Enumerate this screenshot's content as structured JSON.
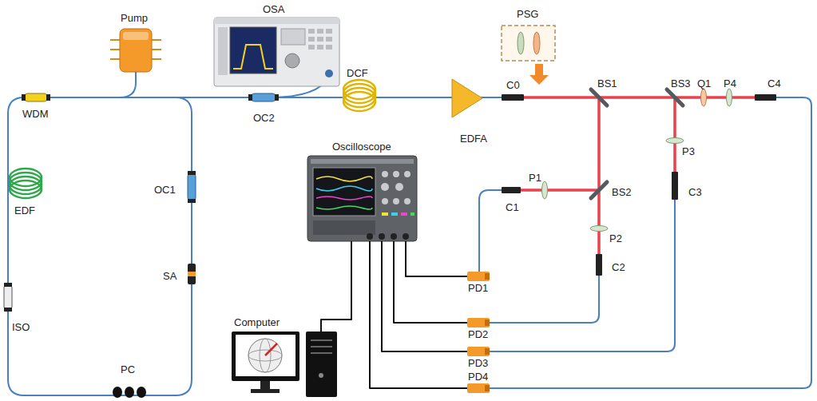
{
  "diagram": {
    "nodes": [
      {
        "text": [
          "Oscilloscope"
        ]
      },
      {
        "text": [
          "Computer"
        ]
      },
      {
        "text": [
          "PD1"
        ]
      },
      {
        "text": [
          "PD2"
        ]
      },
      {
        "text": [
          "PD3"
        ]
      },
      {
        "text": [
          "PD4"
        ]
      }
    ],
    "edges": [
      {
        "from": 0,
        "to": 2,
        "arrow": "none"
      },
      {
        "from": 0,
        "to": 3,
        "arrow": "none"
      },
      {
        "from": 0,
        "to": 4,
        "arrow": "none"
      },
      {
        "from": 0,
        "to": 5,
        "arrow": "none"
      },
      {
        "from": 0,
        "to": 1,
        "arrow": "none"
      }
    ],
    "labels": [
      "Pump",
      "OSA",
      "PSG",
      "WDM",
      "DCF",
      "EDFA",
      "C0",
      "BS1",
      "BS3",
      "Q1",
      "P4",
      "C4",
      "OC2",
      "OC1",
      "EDF",
      "C1",
      "P1",
      "BS2",
      "P3",
      "C3",
      "P2",
      "C2",
      "SA",
      "ISO",
      "PC"
    ]
  }
}
